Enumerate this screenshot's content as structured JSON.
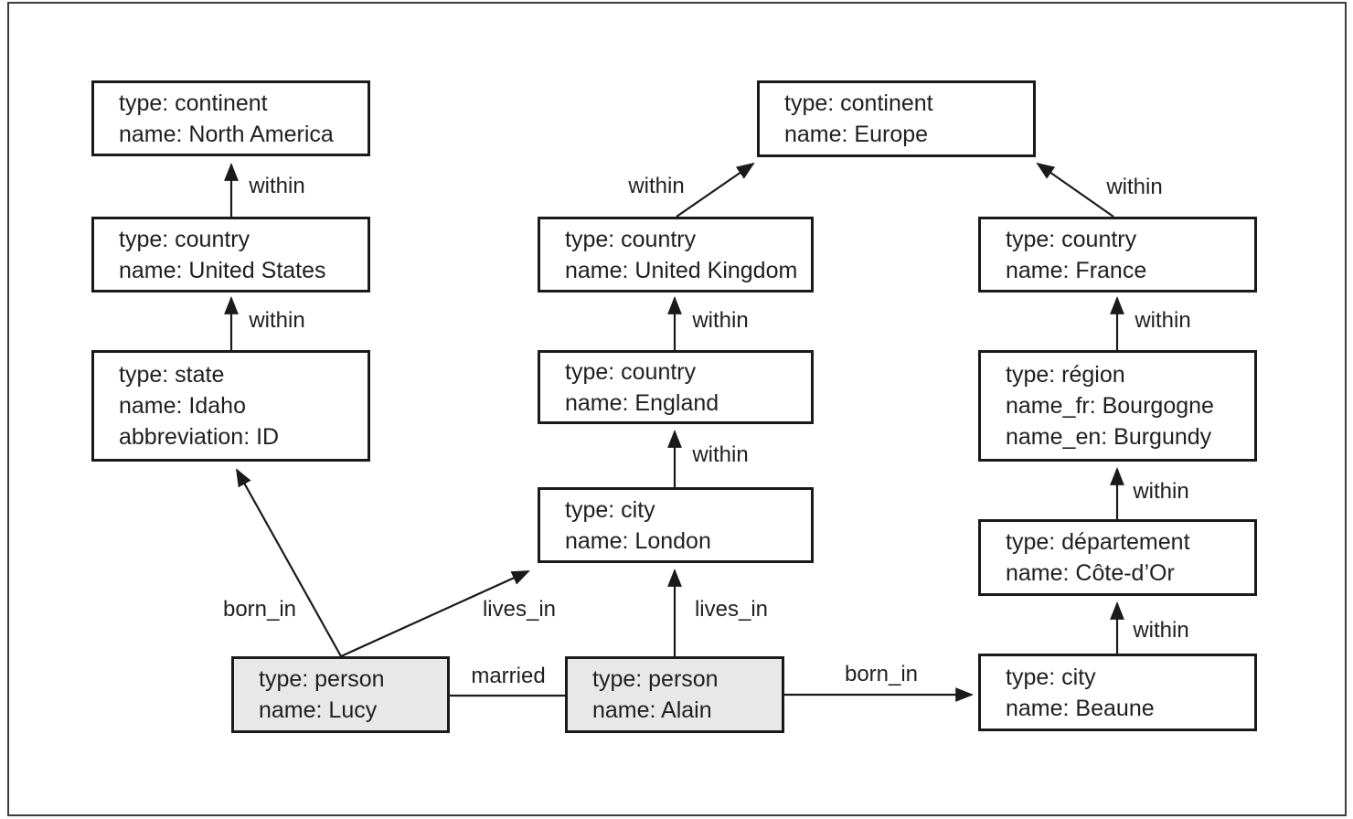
{
  "figure": {
    "background": "#ffffff",
    "frame_border": "#3d3d3d",
    "node_border": "#1a1a1a",
    "person_fill": "#e8e8e8",
    "text_color": "#1f1f1f"
  },
  "nodes": {
    "north_america": {
      "lines": [
        "type: continent",
        "name: North America"
      ]
    },
    "united_states": {
      "lines": [
        "type: country",
        "name: United States"
      ]
    },
    "idaho": {
      "lines": [
        "type: state",
        "name: Idaho",
        "abbreviation: ID"
      ]
    },
    "europe": {
      "lines": [
        "type: continent",
        "name: Europe"
      ]
    },
    "united_kingdom": {
      "lines": [
        "type: country",
        "name: United Kingdom"
      ]
    },
    "england": {
      "lines": [
        "type: country",
        "name: England"
      ]
    },
    "london": {
      "lines": [
        "type: city",
        "name: London"
      ]
    },
    "france": {
      "lines": [
        "type: country",
        "name: France"
      ]
    },
    "bourgogne": {
      "lines": [
        "type: région",
        "name_fr: Bourgogne",
        "name_en: Burgundy"
      ]
    },
    "cote_dor": {
      "lines": [
        "type: département",
        "name: Côte-d’Or"
      ]
    },
    "beaune": {
      "lines": [
        "type: city",
        "name: Beaune"
      ]
    },
    "lucy": {
      "lines": [
        "type: person",
        "name: Lucy"
      ]
    },
    "alain": {
      "lines": [
        "type: person",
        "name: Alain"
      ]
    }
  },
  "edges": {
    "us_within_na": "within",
    "idaho_within_us": "within",
    "lucy_born_in": "born_in",
    "lucy_lives_in": "lives_in",
    "alain_lives_in": "lives_in",
    "london_within_england": "within",
    "england_within_uk": "within",
    "uk_within_europe": "within",
    "france_within_europe": "within",
    "bourgogne_within_france": "within",
    "cotedor_within_bourgogne": "within",
    "beaune_within_cotedor": "within",
    "married": "married",
    "alain_born_in": "born_in"
  }
}
